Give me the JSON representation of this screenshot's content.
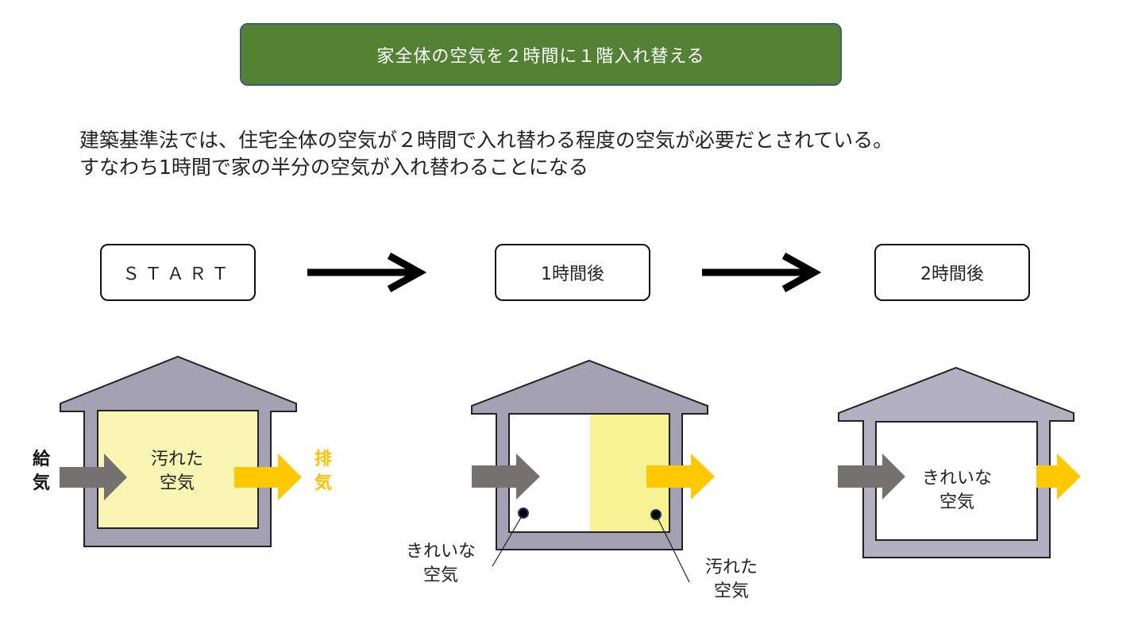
{
  "banner": "家全体の空気を２時間に１階入れ替える",
  "description": {
    "line1": "建築基準法では、住宅全体の空気が２時間で入れ替わる程度の空気が必要だとされている。",
    "line2": "すなわち1時間で家の半分の空気が入れ替わることになる"
  },
  "steps": [
    "ＳＴＡＲＴ",
    "1時間後",
    "2時間後"
  ],
  "house1": {
    "inner": [
      "汚れた",
      "空気"
    ],
    "supply": [
      "給",
      "気"
    ],
    "exhaust": [
      "排",
      "気"
    ]
  },
  "house2": {
    "clean": [
      "きれいな",
      "空気"
    ],
    "dirty": [
      "汚れた",
      "空気"
    ]
  },
  "house3": {
    "inner": [
      "きれいな",
      "空気"
    ]
  },
  "colors": {
    "green": "#548235",
    "wall": "#a4a1b3",
    "dirty": "#f9f6b4",
    "supply": "#767171",
    "exhaust": "#ffc800"
  }
}
